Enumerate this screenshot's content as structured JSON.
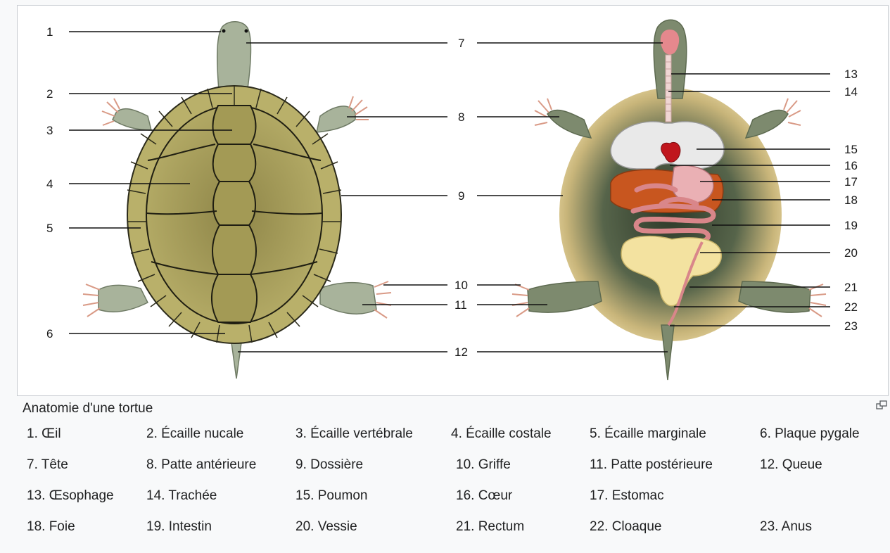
{
  "diagram": {
    "callout_numbers": [
      "1",
      "2",
      "3",
      "4",
      "5",
      "6",
      "7",
      "8",
      "9",
      "10",
      "11",
      "12",
      "13",
      "14",
      "15",
      "16",
      "17",
      "18",
      "19",
      "20",
      "21",
      "22",
      "23"
    ]
  },
  "caption": {
    "title": "Anatomie d'une tortue",
    "enlarge_icon": "enlarge-icon"
  },
  "legend": [
    [
      "1. Œil",
      "2. Écaille nucale",
      "3. Écaille vertébrale",
      "4. Écaille costale",
      "5. Écaille marginale",
      "6. Plaque pygale"
    ],
    [
      "7. Tête",
      "8. Patte antérieure",
      "9. Dossière",
      "10. Griffe",
      "11. Patte postérieure",
      "12. Queue"
    ],
    [
      "13. Œsophage",
      "14. Trachée",
      "15. Poumon",
      "16. Cœur",
      "17. Estomac",
      ""
    ],
    [
      "18. Foie",
      "19. Intestin",
      "20. Vessie",
      "21. Rectum",
      "22. Cloaque",
      "23. Anus"
    ]
  ],
  "colors": {
    "shell": "#a99f55",
    "skin": "#a7b39c",
    "lung": "#e8e8e8",
    "heart": "#c0161d",
    "liver": "#cc5a25",
    "intestine": "#e6a0a2",
    "bladder": "#f5e4a4"
  }
}
